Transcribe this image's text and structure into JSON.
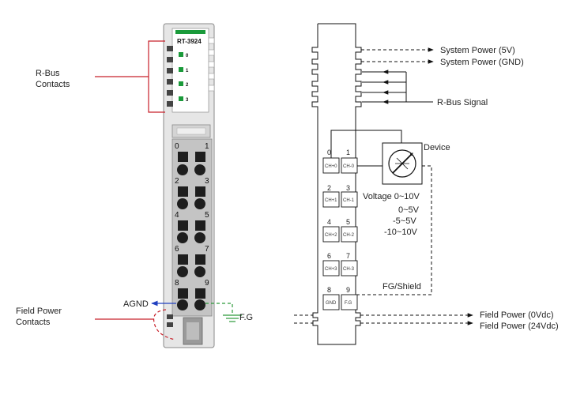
{
  "module": {
    "model": "RT-3924",
    "leds": [
      "0",
      "1",
      "2",
      "3"
    ]
  },
  "photo_terminals": [
    "0",
    "1",
    "2",
    "3",
    "4",
    "5",
    "6",
    "7",
    "8",
    "9"
  ],
  "left_labels": {
    "rbus_line1": "R-Bus",
    "rbus_line2": "Contacts",
    "field_line1": "Field Power",
    "field_line2": "Contacts",
    "agnd": "AGND",
    "fg": "F.G"
  },
  "schematic": {
    "system_power_5v": "System Power (5V)",
    "system_power_gnd": "System Power (GND)",
    "rbus_signal": "R-Bus Signal",
    "device": "Device",
    "voltage_lines": [
      "Voltage 0~10V",
      "0~5V",
      "-5~5V",
      "-10~10V"
    ],
    "fg_shield": "FG/Shield",
    "field_power_0": "Field Power (0Vdc)",
    "field_power_24": "Field Power (24Vdc)",
    "terminal_numbers": [
      "0",
      "1",
      "2",
      "3",
      "4",
      "5",
      "6",
      "7",
      "8",
      "9"
    ],
    "terminal_labels": [
      "CH+0",
      "CH-0",
      "CH+1",
      "CH-1",
      "CH+2",
      "CH-2",
      "CH+3",
      "CH-3",
      "GND",
      "F.G"
    ]
  },
  "colors": {
    "accent_red": "#c8202a",
    "led_green": "#1a9a3a",
    "agnd_blue": "#2040c0",
    "fg_green": "#2c9a3a"
  }
}
